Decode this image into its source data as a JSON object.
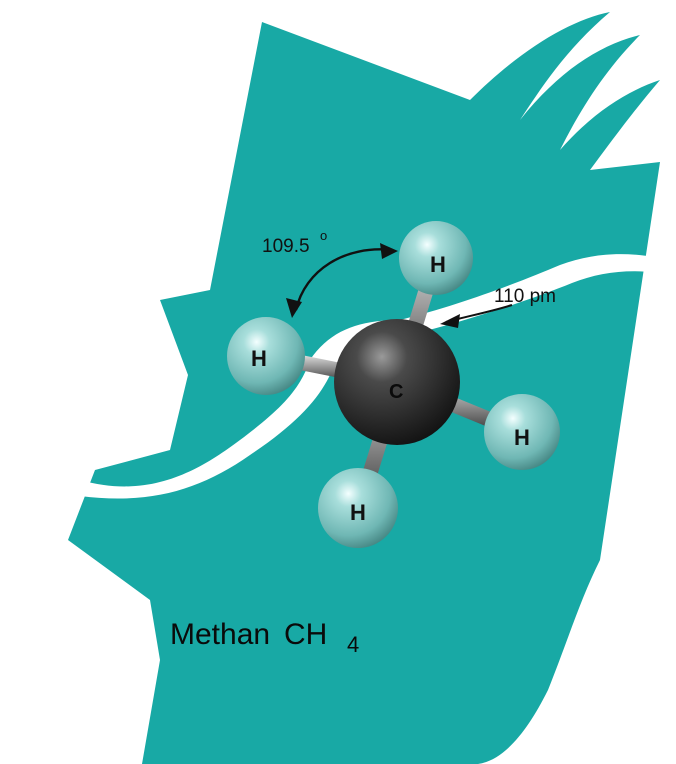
{
  "colors": {
    "background": "#18a9a5",
    "atom_h": "#8fd0cd",
    "atom_c": "#2b2b2b",
    "bond": "#7a7a7a"
  },
  "atoms": {
    "carbon": "C",
    "hydrogen": "H"
  },
  "annotations": {
    "angle": "109.5",
    "angle_unit": "o",
    "bond_length": "110 pm"
  },
  "caption": {
    "name": "Methan",
    "formula": "CH",
    "subscript": "4"
  }
}
